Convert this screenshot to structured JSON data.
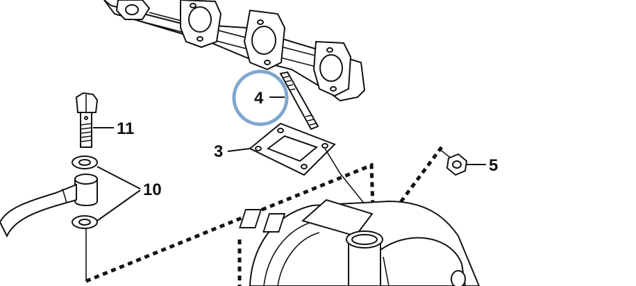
{
  "callouts": [
    {
      "id": "4",
      "label": "4"
    },
    {
      "id": "3",
      "label": "3"
    },
    {
      "id": "11",
      "label": "11"
    },
    {
      "id": "10",
      "label": "10"
    },
    {
      "id": "5",
      "label": "5"
    }
  ],
  "highlight": {
    "target": "4",
    "color": "#7fa7cf"
  }
}
